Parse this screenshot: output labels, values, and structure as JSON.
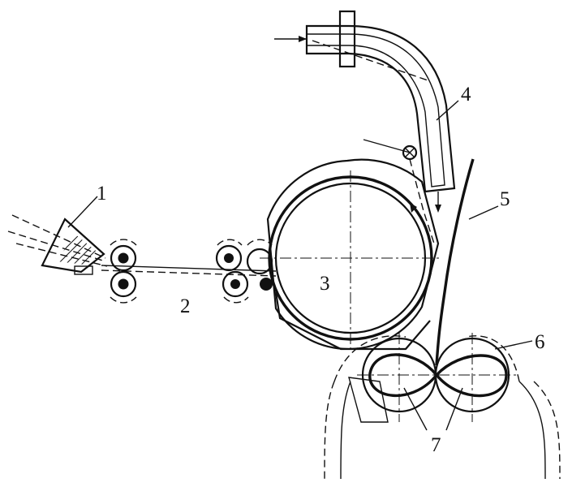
{
  "labels": [
    {
      "id": "1",
      "text": "1"
    },
    {
      "id": "2",
      "text": "2"
    },
    {
      "id": "3",
      "text": "3"
    },
    {
      "id": "4",
      "text": "4"
    },
    {
      "id": "5",
      "text": "5"
    },
    {
      "id": "6",
      "text": "6"
    },
    {
      "id": "7",
      "text": "7"
    }
  ],
  "colors": {
    "ink": "#111111",
    "background": "#ffffff",
    "hatch": "#111111"
  }
}
